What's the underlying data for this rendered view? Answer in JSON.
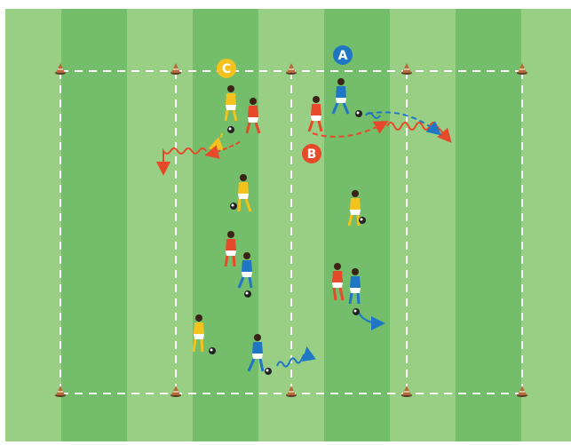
{
  "diagram": {
    "pitch": {
      "stripe_light": "#98cf84",
      "stripe_dark": "#74bd6a",
      "line_color": "#ffffff"
    },
    "colors": {
      "yellow_team": "#f3c21e",
      "red_team": "#e64a2a",
      "blue_team": "#1f77c4",
      "arrow_red": "#e64a2a",
      "arrow_blue": "#1f77c4",
      "arrow_yellow": "#f3c21e"
    },
    "labels": [
      {
        "id": "a",
        "text": "A",
        "color": "#1f77c4"
      },
      {
        "id": "b",
        "text": "B",
        "color": "#e64a2a"
      },
      {
        "id": "c",
        "text": "C",
        "color": "#f3c21e"
      }
    ],
    "icons": {
      "cone": "cone-icon",
      "ball": "ball-icon",
      "player": "player-icon"
    }
  }
}
